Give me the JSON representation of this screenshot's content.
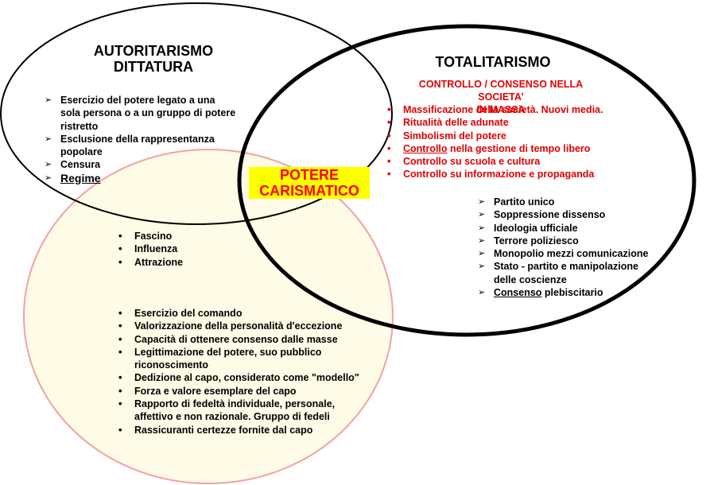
{
  "colors": {
    "charisma_fill": "#fefbe6",
    "charisma_stroke": "#f0a3a3",
    "highlight": "#ffff00",
    "accent_red": "#e00000"
  },
  "authoritarianism": {
    "title_line1": "AUTORITARISMO",
    "title_line2": "DITTATURA",
    "items": [
      {
        "line1": "Esercizio del potere legato a una",
        "line2": "sola persona o a un gruppo di potere",
        "line3": "ristretto"
      },
      {
        "line1": "Esclusione della rappresentanza",
        "line2": "popolare"
      },
      {
        "line1": "Censura"
      },
      {
        "line1": "Regime"
      }
    ]
  },
  "totalitarianism": {
    "title": "TOTALITARISMO",
    "subtitle_line1": "CONTROLLO / CONSENSO NELLA SOCIETA’",
    "subtitle_line2": "DI MASSA",
    "red_items": [
      "Massificazione della società. Nuovi media.",
      "Ritualità delle adunate",
      "Simbolismi del potere",
      {
        "underlined": "Controllo",
        "rest": " nella gestione di tempo libero"
      },
      "Controllo su scuola e cultura",
      "Controllo su informazione e propaganda"
    ],
    "black_items": [
      "Partito unico",
      "Soppressione dissenso",
      "Ideologia ufficiale",
      "Terrore poliziesco",
      "Monopolio mezzi comunicazione",
      {
        "line1": "Stato - partito e manipolazione",
        "line2": "delle coscienze"
      },
      {
        "underlined": "Consenso",
        "rest": " plebiscitario"
      }
    ]
  },
  "charisma": {
    "label_line1": "POTERE",
    "label_line2": "CARISMATICO",
    "overlap_items": [
      "Fascino",
      "Influenza",
      "Attrazione"
    ],
    "items": [
      {
        "line1": "Esercizio del comando"
      },
      {
        "line1": "Valorizzazione della personalità d'eccezione"
      },
      {
        "line1": "Capacità di ottenere consenso dalle masse"
      },
      {
        "line1": "Legittimazione del potere, suo pubblico",
        "line2": "riconoscimento"
      },
      {
        "line1": "Dedizione al capo, considerato come \"modello\""
      },
      {
        "line1": "Forza e valore esemplare del capo"
      },
      {
        "line1": "Rapporto di fedeltà individuale, personale,",
        "line2": "affettivo e non razionale. Gruppo di fedeli"
      },
      {
        "line1": "Rassicuranti certezze fornite dal capo"
      }
    ]
  }
}
